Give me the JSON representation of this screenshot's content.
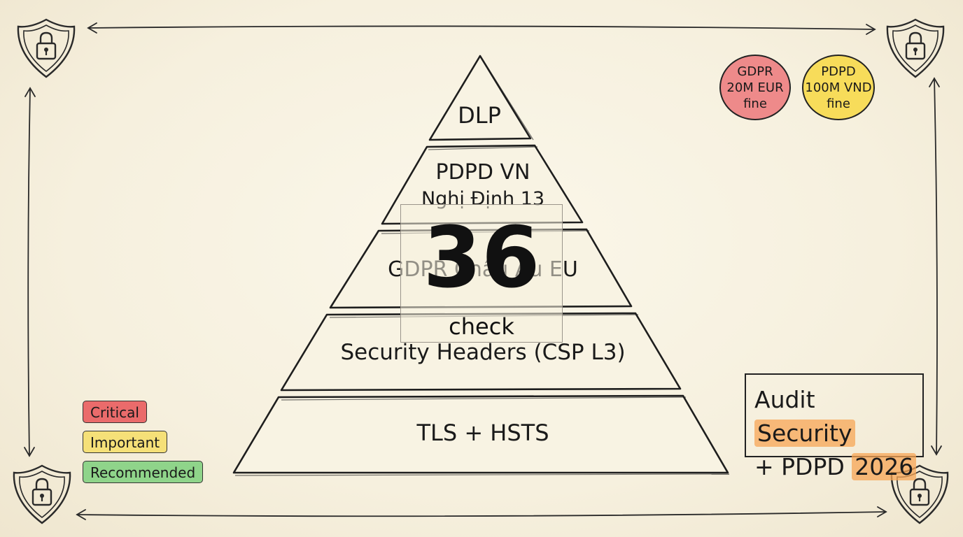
{
  "pyramid": {
    "tiers": [
      {
        "label": "DLP"
      },
      {
        "label": "PDPD VN",
        "sub": "Nghị Định 13"
      },
      {
        "label": "GDPR Châu Âu EU"
      },
      {
        "label": "Security Headers (CSP L3)"
      },
      {
        "label": "TLS + HSTS"
      }
    ]
  },
  "overlay": {
    "number": "36",
    "caption": "check"
  },
  "fines": [
    {
      "line1": "GDPR",
      "line2": "20M EUR",
      "line3": "fine",
      "color": "#ee8a8a"
    },
    {
      "line1": "PDPD",
      "line2": "100M VND",
      "line3": "fine",
      "color": "#f7dc5a"
    }
  ],
  "legend": [
    {
      "label": "Critical",
      "color": "#ea6b6b"
    },
    {
      "label": "Important",
      "color": "#f5e078"
    },
    {
      "label": "Recommended",
      "color": "#8fd48a"
    }
  ],
  "audit": {
    "word1": "Audit",
    "word2": "Security",
    "word3": "+ PDPD",
    "word4": "2026"
  },
  "icons": [
    "lock-shield-icon",
    "arrow-icon"
  ]
}
